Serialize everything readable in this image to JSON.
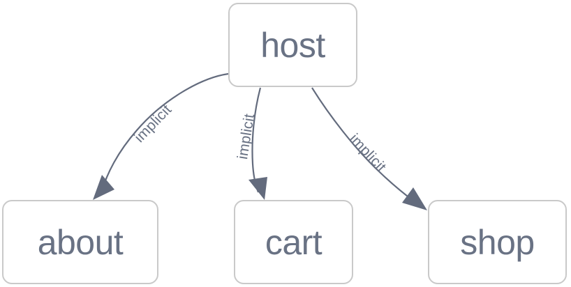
{
  "diagram": {
    "type": "directed-graph",
    "background_color": "#ffffff",
    "node_border_color": "#c9c9c9",
    "node_fill_color": "#ffffff",
    "node_text_color": "#697284",
    "edge_color": "#636b7d",
    "nodes": [
      {
        "id": "host",
        "label": "host"
      },
      {
        "id": "about",
        "label": "about"
      },
      {
        "id": "cart",
        "label": "cart"
      },
      {
        "id": "shop",
        "label": "shop"
      }
    ],
    "edges": [
      {
        "id": "host-about",
        "from": "host",
        "to": "about",
        "label": "implicit",
        "arrow": "arrowhead-icon"
      },
      {
        "id": "host-cart",
        "from": "host",
        "to": "cart",
        "label": "implicit",
        "arrow": "arrowhead-icon"
      },
      {
        "id": "host-shop",
        "from": "host",
        "to": "shop",
        "label": "implicit",
        "arrow": "arrowhead-icon"
      }
    ]
  }
}
